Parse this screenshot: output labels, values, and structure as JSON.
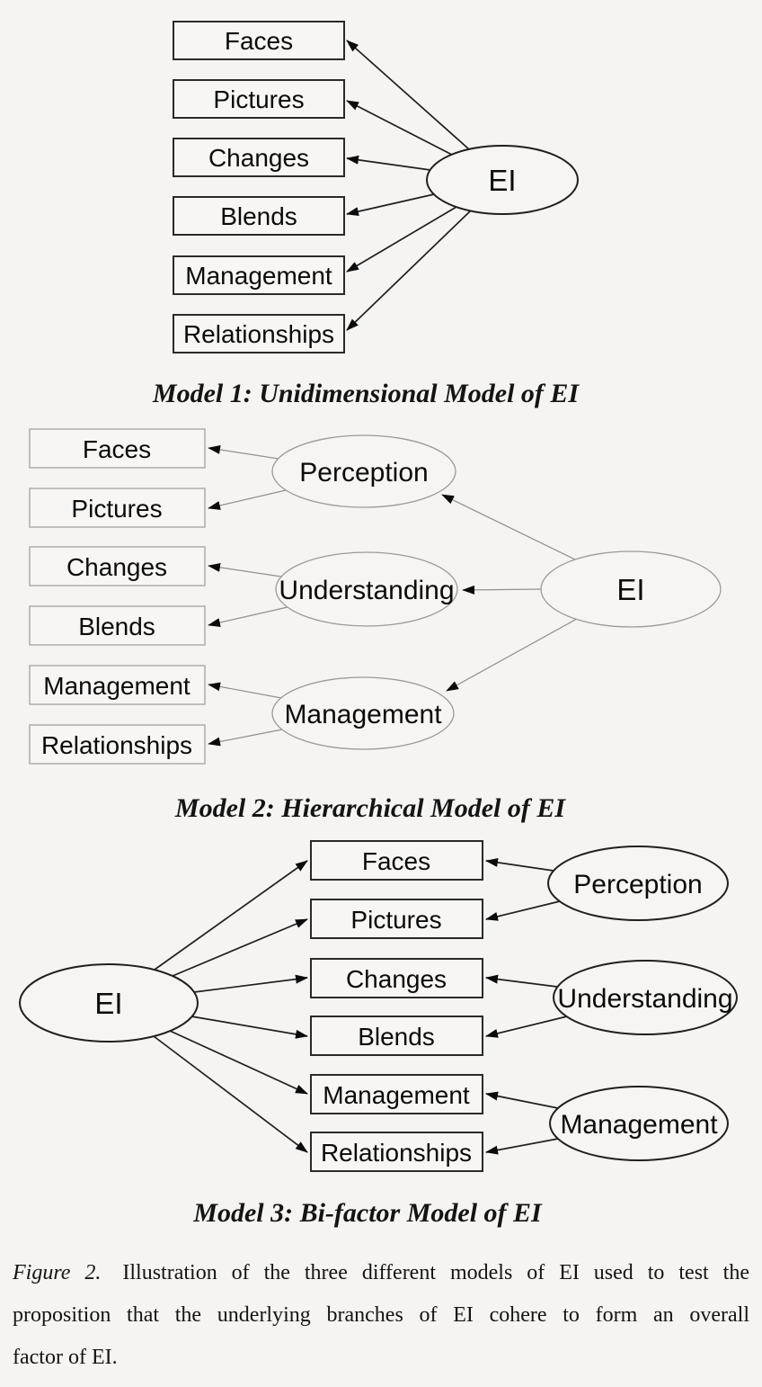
{
  "page": {
    "background_color": "#f5f4f2",
    "line_color_dark": "#1f1f1f",
    "line_color_light": "#8f8f8f"
  },
  "figure": {
    "models": [
      {
        "caption": "Model 1: Unidimensional Model of EI",
        "factor": "EI",
        "indicators": [
          "Faces",
          "Pictures",
          "Changes",
          "Blends",
          "Management",
          "Relationships"
        ]
      },
      {
        "caption": "Model 2: Hierarchical Model of EI",
        "factor": "EI",
        "branches": [
          "Perception",
          "Understanding",
          "Management"
        ],
        "indicators": [
          "Faces",
          "Pictures",
          "Changes",
          "Blends",
          "Management",
          "Relationships"
        ]
      },
      {
        "caption": "Model 3: Bi-factor Model of EI",
        "factor": "EI",
        "branches": [
          "Perception",
          "Understanding",
          "Management"
        ],
        "indicators": [
          "Faces",
          "Pictures",
          "Changes",
          "Blends",
          "Management",
          "Relationships"
        ]
      }
    ],
    "caption": {
      "label": "Figure 2.",
      "lines": [
        "Illustration of the three different models of EI used to test the",
        "proposition that the underlying branches of EI cohere to form an overall",
        "factor of EI."
      ]
    }
  }
}
